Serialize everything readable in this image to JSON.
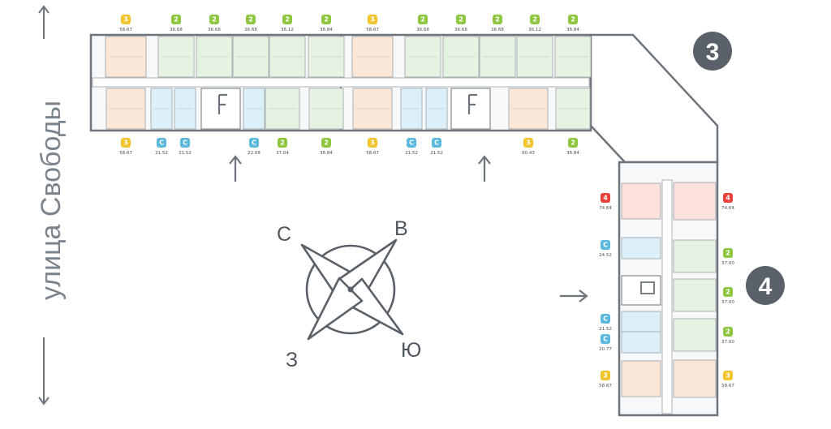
{
  "street": {
    "name": "улица Свободы"
  },
  "compass": {
    "north": "С",
    "east": "В",
    "south": "Ю",
    "west": "З"
  },
  "buildings": [
    {
      "number": "3"
    },
    {
      "number": "4"
    }
  ],
  "colors": {
    "wall": "#6d747b",
    "studio": "#5cb8dc",
    "two_room": "#8dc63f",
    "three_room": "#f2c42e",
    "four_room": "#e8413a",
    "fill_studio": "#dcf0fa",
    "fill_two_room": "#e6f3e3",
    "fill_three_room": "#fbe7d8",
    "fill_four_room": "#fbe0dc",
    "badge_building": "#5a6168"
  },
  "top_row_units": [
    {
      "type": "3",
      "area": "58.67"
    },
    {
      "type": "2",
      "area": "36.68"
    },
    {
      "type": "2",
      "area": "36.68"
    },
    {
      "type": "2",
      "area": "36.68"
    },
    {
      "type": "2",
      "area": "36.12"
    },
    {
      "type": "2",
      "area": "36.84"
    },
    {
      "type": "3",
      "area": "58.67"
    },
    {
      "type": "2",
      "area": "36.68"
    },
    {
      "type": "2",
      "area": "36.68"
    },
    {
      "type": "2",
      "area": "36.68"
    },
    {
      "type": "2",
      "area": "36.12"
    },
    {
      "type": "2",
      "area": "36.84"
    }
  ],
  "bottom_row_units": [
    {
      "type": "3",
      "area": "58.67"
    },
    {
      "type": "С",
      "area": "21.52"
    },
    {
      "type": "С",
      "area": "21.52"
    },
    {
      "type": "С",
      "area": "22.08"
    },
    {
      "type": "2",
      "area": "37.04"
    },
    {
      "type": "2",
      "area": "36.84"
    },
    {
      "type": "3",
      "area": "58.67"
    },
    {
      "type": "С",
      "area": "21.52"
    },
    {
      "type": "С",
      "area": "21.52"
    },
    {
      "type": "3",
      "area": "60.43"
    },
    {
      "type": "2",
      "area": "36.84"
    }
  ],
  "tower_left_units": [
    {
      "type": "4",
      "area": "74.64"
    },
    {
      "type": "С",
      "area": "24.52"
    },
    {
      "type": "С",
      "area": "21.52"
    },
    {
      "type": "С",
      "area": "20.77"
    },
    {
      "type": "3",
      "area": "58.67"
    }
  ],
  "tower_right_units": [
    {
      "type": "4",
      "area": "74.64"
    },
    {
      "type": "2",
      "area": "37.00"
    },
    {
      "type": "2",
      "area": "37.00"
    },
    {
      "type": "2",
      "area": "37.00"
    },
    {
      "type": "3",
      "area": "58.67"
    }
  ]
}
